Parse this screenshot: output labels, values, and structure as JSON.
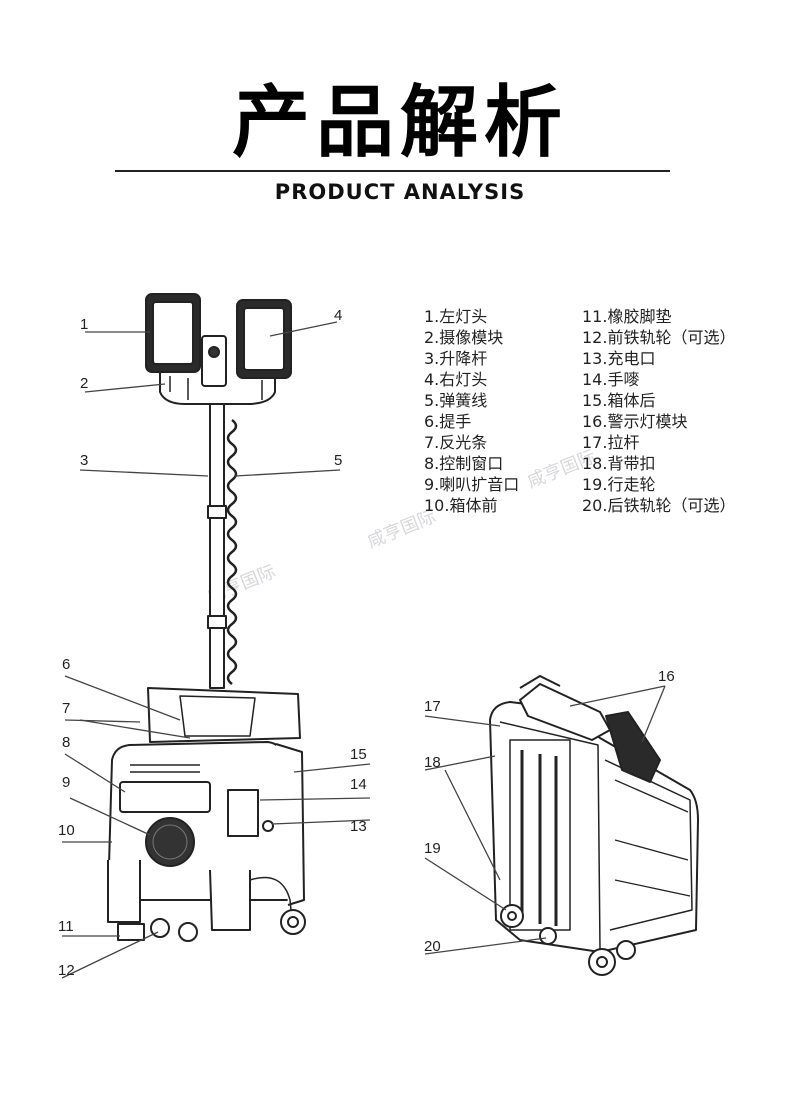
{
  "header": {
    "title": "产品解析",
    "subtitle": "PRODUCT ANALYSIS"
  },
  "legend": {
    "left": [
      "1.左灯头",
      "2.摄像模块",
      "3.升降杆",
      "4.右灯头",
      "5.弹簧线",
      "6.提手",
      "7.反光条",
      "8.控制窗口",
      "9.喇叭扩音口",
      "10.箱体前"
    ],
    "right": [
      "11.橡胶脚垫",
      "12.前铁轨轮（可选）",
      "13.充电口",
      "14.手嘜",
      "15.箱体后",
      "16.警示灯模块",
      "17.拉杆",
      "18.背带扣",
      "19.行走轮",
      "20.后铁轨轮（可选）"
    ]
  },
  "callouts": {
    "c1": "1",
    "c2": "2",
    "c3": "3",
    "c4": "4",
    "c5": "5",
    "c6": "6",
    "c7": "7",
    "c8": "8",
    "c9": "9",
    "c10": "10",
    "c11": "11",
    "c12": "12",
    "c13": "13",
    "c14": "14",
    "c15": "15",
    "c16": "16",
    "c17": "17",
    "c18": "18",
    "c19": "19",
    "c20": "20"
  },
  "watermark": {
    "text": "咸亨国际"
  }
}
